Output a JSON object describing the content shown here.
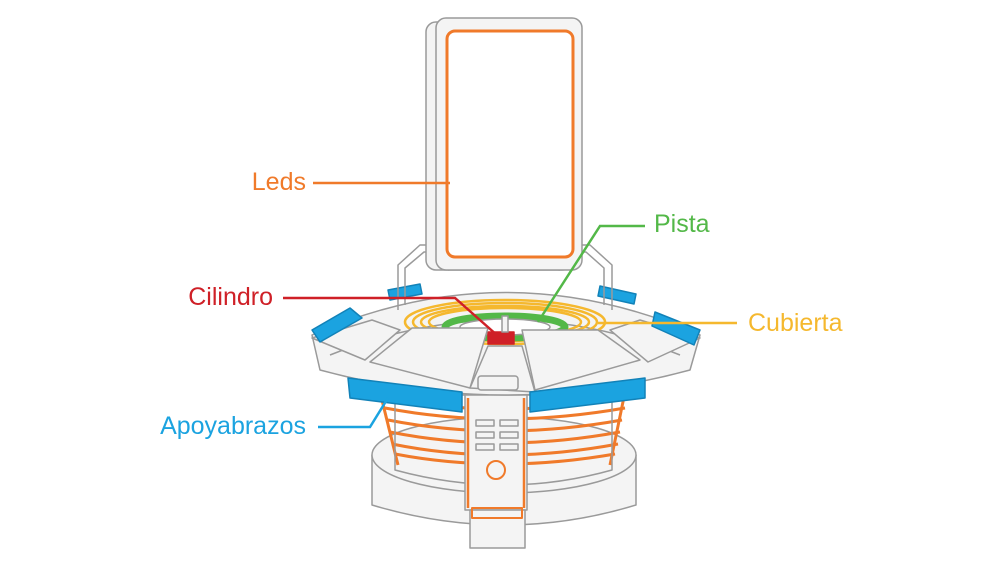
{
  "labels": {
    "leds": "Leds",
    "cilindro": "Cilindro",
    "apoyabrazos": "Apoyabrazos",
    "pista": "Pista",
    "cubierta": "Cubierta"
  },
  "colors": {
    "leds": "#f07a2a",
    "cilindro": "#cf2027",
    "apoyabrazos": "#1ba3e0",
    "pista": "#53b848",
    "cubierta": "#f5b82e",
    "outline": "#9a9a9a",
    "body_fill": "#f4f4f4"
  }
}
